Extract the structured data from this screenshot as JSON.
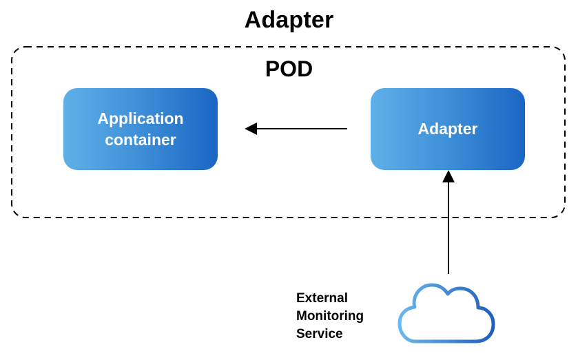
{
  "diagram": {
    "title": "Adapter",
    "pod_label": "POD",
    "nodes": {
      "application_container": {
        "label_line1": "Application",
        "label_line2": "container"
      },
      "adapter": {
        "label": "Adapter"
      },
      "external_service": {
        "label_line1": "External",
        "label_line2": "Monitoring",
        "label_line3": "Service",
        "icon": "cloud-icon"
      }
    },
    "edges": [
      {
        "from": "adapter",
        "to": "application_container",
        "style": "solid-arrow"
      },
      {
        "from": "external_service",
        "to": "adapter",
        "style": "solid-arrow"
      }
    ],
    "colors": {
      "box_gradient_start": "#5fb0e8",
      "box_gradient_end": "#1a66c4",
      "text_on_box": "#ffffff",
      "border": "#000000",
      "cloud_gradient_start": "#6bb8ec",
      "cloud_gradient_end": "#1f5fbf"
    }
  }
}
